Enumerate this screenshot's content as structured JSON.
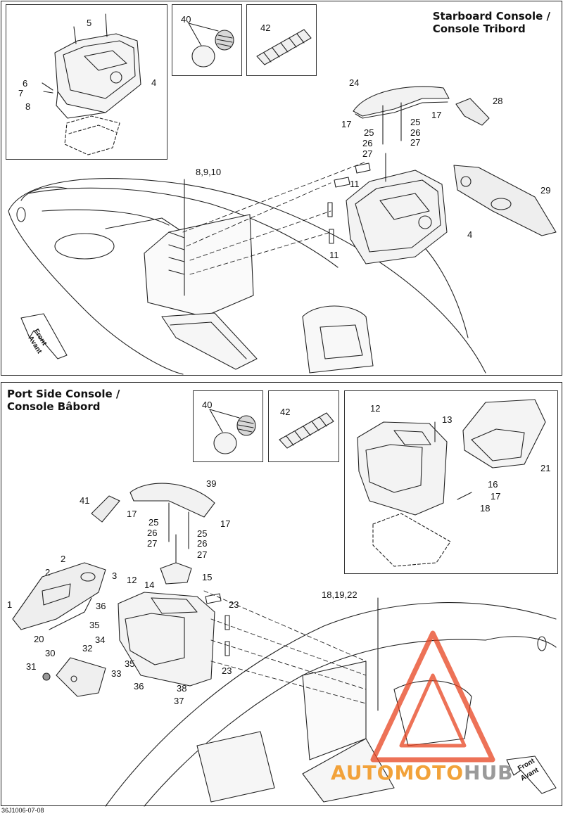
{
  "top_panel": {
    "title_line1": "Starboard Console /",
    "title_line2": "Console Tribord",
    "front_label_1": "Front",
    "front_label_2": "Avant"
  },
  "bottom_panel": {
    "title_line1": "Port Side Console /",
    "title_line2": "Console Bâbord",
    "front_label_1": "Front",
    "front_label_2": "Avant"
  },
  "document_code": "36J1006-07-08",
  "watermark": {
    "part1": "AUTOMOTO",
    "part2": "HUB"
  },
  "colors": {
    "watermark_red": "#e8431f",
    "watermark_orange": "#f2a23a",
    "watermark_gray": "#9a9a9a",
    "line": "#222222"
  },
  "callouts_top": [
    "5",
    "40",
    "42",
    "6",
    "7",
    "8",
    "4",
    "24",
    "28",
    "17",
    "25",
    "26",
    "27",
    "17",
    "25",
    "26",
    "27",
    "8,9,10",
    "11",
    "11",
    "4",
    "29"
  ],
  "callouts_bottom": [
    "40",
    "42",
    "12",
    "13",
    "21",
    "16",
    "17",
    "18",
    "39",
    "41",
    "17",
    "25",
    "26",
    "27",
    "17",
    "25",
    "26",
    "27",
    "2",
    "2",
    "3",
    "1",
    "14",
    "15",
    "12",
    "36",
    "35",
    "20",
    "34",
    "30",
    "32",
    "33",
    "31",
    "35",
    "36",
    "38",
    "37",
    "23",
    "23",
    "18,19,22"
  ]
}
